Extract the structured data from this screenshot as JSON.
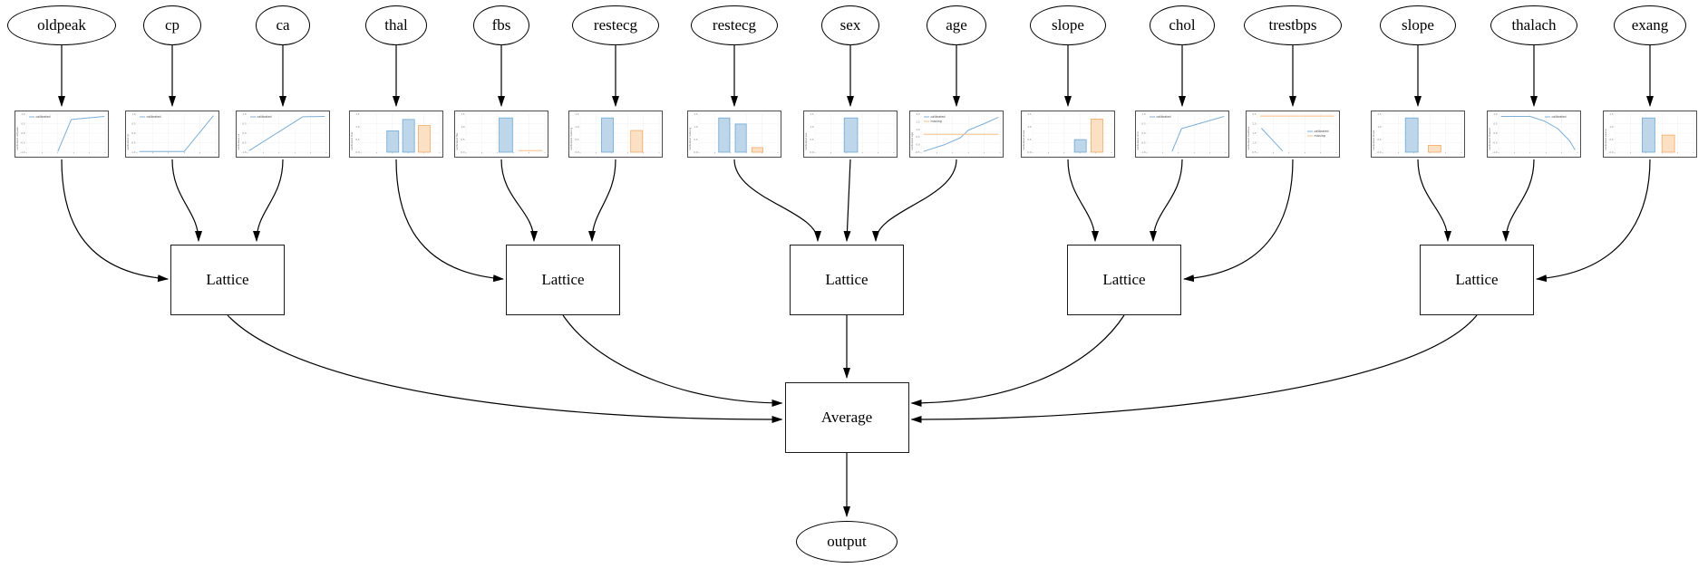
{
  "diagram": {
    "features": [
      {
        "label": "oldpeak"
      },
      {
        "label": "cp"
      },
      {
        "label": "ca"
      },
      {
        "label": "thal"
      },
      {
        "label": "fbs"
      },
      {
        "label": "restecg"
      },
      {
        "label": "restecg"
      },
      {
        "label": "sex"
      },
      {
        "label": "age"
      },
      {
        "label": "slope"
      },
      {
        "label": "chol"
      },
      {
        "label": "trestbps"
      },
      {
        "label": "slope"
      },
      {
        "label": "thalach"
      },
      {
        "label": "exang"
      }
    ],
    "lattice_nodes": [
      {
        "label": "Lattice"
      },
      {
        "label": "Lattice"
      },
      {
        "label": "Lattice"
      },
      {
        "label": "Lattice"
      },
      {
        "label": "Lattice"
      }
    ],
    "average_node": {
      "label": "Average"
    },
    "output_node": {
      "label": "output"
    }
  },
  "chart_data": [
    {
      "feature": "oldpeak",
      "type": "line",
      "ylabel": "calibrated oldpeak",
      "legend": [
        {
          "name": "calibrated",
          "color": "blue"
        }
      ],
      "legend_pos": "tl",
      "yticks": [
        "1.0",
        "0.5",
        "0.0",
        "-0.5",
        "-1.0"
      ],
      "series": [
        {
          "name": "calibrated",
          "color": "blue",
          "points": [
            [
              0.4,
              0.02
            ],
            [
              0.57,
              0.86
            ],
            [
              0.99,
              0.94
            ]
          ]
        }
      ]
    },
    {
      "feature": "cp",
      "type": "line",
      "ylabel": "calibrated cp",
      "legend": [
        {
          "name": "calibrated",
          "color": "blue"
        }
      ],
      "legend_pos": "tl",
      "yticks": [
        "1.0",
        "0.5",
        "0.0",
        "-0.5",
        "-1.0"
      ],
      "series": [
        {
          "name": "calibrated",
          "color": "blue",
          "points": [
            [
              0.03,
              0.02
            ],
            [
              0.6,
              0.02
            ],
            [
              0.97,
              0.96
            ]
          ]
        }
      ]
    },
    {
      "feature": "ca",
      "type": "line",
      "ylabel": "calibrated ca",
      "legend": [
        {
          "name": "calibrated",
          "color": "blue"
        }
      ],
      "legend_pos": "tl",
      "yticks": [
        "1.0",
        "0.5",
        "0.0",
        "-0.5",
        "-1.0"
      ],
      "series": [
        {
          "name": "calibrated",
          "color": "blue",
          "points": [
            [
              0.02,
              0.04
            ],
            [
              0.7,
              0.93
            ],
            [
              0.98,
              0.94
            ]
          ]
        }
      ]
    },
    {
      "feature": "thal",
      "type": "bar",
      "ylabel": "calibrated thal",
      "legend": [],
      "legend_pos": "tl",
      "yticks": [
        "1.5",
        "1.0",
        "0.5",
        "0.0"
      ],
      "bars": [
        {
          "x": 0.33,
          "w": 0.15,
          "h": 0.56,
          "color": "blue"
        },
        {
          "x": 0.53,
          "w": 0.15,
          "h": 0.86,
          "color": "blue"
        },
        {
          "x": 0.73,
          "w": 0.15,
          "h": 0.7,
          "color": "orange"
        }
      ]
    },
    {
      "feature": "fbs",
      "type": "bar",
      "ylabel": "calibrated fbs",
      "legend": [],
      "legend_pos": "tl",
      "yticks": [
        "1.5",
        "1.0",
        "0.5",
        "0.0"
      ],
      "bars": [
        {
          "x": 0.42,
          "w": 0.17,
          "h": 0.9,
          "color": "blue"
        }
      ],
      "series": [
        {
          "name": "missing",
          "color": "orange",
          "points": [
            [
              0.66,
              0.04
            ],
            [
              0.97,
              0.04
            ]
          ]
        }
      ]
    },
    {
      "feature": "restecg",
      "type": "bar",
      "ylabel": "calibrated restecg",
      "legend": [],
      "legend_pos": "tl",
      "yticks": [
        "1.5",
        "1.0",
        "0.5",
        "0.0"
      ],
      "bars": [
        {
          "x": 0.27,
          "w": 0.15,
          "h": 0.9,
          "color": "blue"
        },
        {
          "x": 0.64,
          "w": 0.15,
          "h": 0.57,
          "color": "orange"
        }
      ]
    },
    {
      "feature": "restecg",
      "type": "bar",
      "ylabel": "calibrated restecg",
      "legend": [],
      "legend_pos": "tl",
      "yticks": [
        "1.5",
        "1.0",
        "0.5",
        "0.0"
      ],
      "bars": [
        {
          "x": 0.25,
          "w": 0.14,
          "h": 0.9,
          "color": "blue"
        },
        {
          "x": 0.46,
          "w": 0.14,
          "h": 0.74,
          "color": "blue"
        },
        {
          "x": 0.67,
          "w": 0.14,
          "h": 0.12,
          "color": "orange"
        }
      ]
    },
    {
      "feature": "sex",
      "type": "bar",
      "ylabel": "calibrated sex",
      "legend": [],
      "legend_pos": "tl",
      "yticks": [
        "1.5",
        "1.0",
        "0.5",
        "0.0"
      ],
      "bars": [
        {
          "x": 0.37,
          "w": 0.17,
          "h": 0.9,
          "color": "blue"
        }
      ]
    },
    {
      "feature": "age",
      "type": "line",
      "ylabel": "calibrated age",
      "legend": [
        {
          "name": "calibrated",
          "color": "blue"
        },
        {
          "name": "missing",
          "color": "orange"
        }
      ],
      "legend_pos": "tl",
      "yticks": [
        "2.0",
        "1.5",
        "1.0",
        "0.5",
        "0.0",
        "-0.5"
      ],
      "series": [
        {
          "name": "calibrated",
          "color": "blue",
          "points": [
            [
              0.03,
              0.02
            ],
            [
              0.3,
              0.2
            ],
            [
              0.5,
              0.38
            ],
            [
              0.6,
              0.58
            ],
            [
              0.8,
              0.75
            ],
            [
              0.98,
              0.92
            ]
          ]
        },
        {
          "name": "missing",
          "color": "orange",
          "points": [
            [
              0.03,
              0.47
            ],
            [
              0.98,
              0.47
            ]
          ]
        }
      ]
    },
    {
      "feature": "slope",
      "type": "bar",
      "ylabel": "calibrated slope",
      "legend": [],
      "legend_pos": "tl",
      "yticks": [
        "1.5",
        "1.0",
        "0.5",
        "0.0"
      ],
      "bars": [
        {
          "x": 0.53,
          "w": 0.15,
          "h": 0.33,
          "color": "blue"
        },
        {
          "x": 0.74,
          "w": 0.15,
          "h": 0.87,
          "color": "orange"
        }
      ]
    },
    {
      "feature": "chol",
      "type": "line",
      "ylabel": "calibrated chol",
      "legend": [
        {
          "name": "calibrated",
          "color": "blue"
        }
      ],
      "legend_pos": "tl",
      "yticks": [
        "1.0",
        "0.5",
        "0.0",
        "-0.5",
        "-1.0"
      ],
      "series": [
        {
          "name": "calibrated",
          "color": "blue",
          "points": [
            [
              0.32,
              0.02
            ],
            [
              0.44,
              0.62
            ],
            [
              0.98,
              0.94
            ]
          ]
        }
      ]
    },
    {
      "feature": "trestbps",
      "type": "line",
      "ylabel": "calibrated trestbps",
      "legend": [
        {
          "name": "calibrated",
          "color": "blue"
        },
        {
          "name": "missing",
          "color": "orange"
        }
      ],
      "legend_pos": "rm",
      "yticks": [
        "2.5",
        "2.0",
        "1.5",
        "1.0",
        "0.5"
      ],
      "series": [
        {
          "name": "missing",
          "color": "orange",
          "points": [
            [
              0.03,
              0.95
            ],
            [
              0.97,
              0.95
            ]
          ]
        },
        {
          "name": "calibrated",
          "color": "blue",
          "points": [
            [
              0.05,
              0.63
            ],
            [
              0.32,
              0.03
            ]
          ]
        }
      ]
    },
    {
      "feature": "slope",
      "type": "bar",
      "ylabel": "calibrated slope",
      "legend": [],
      "legend_pos": "tl",
      "yticks": [
        "1.5",
        "1.0",
        "0.5",
        "0.0"
      ],
      "bars": [
        {
          "x": 0.29,
          "w": 0.16,
          "h": 0.9,
          "color": "blue"
        },
        {
          "x": 0.58,
          "w": 0.16,
          "h": 0.18,
          "color": "orange"
        }
      ]
    },
    {
      "feature": "thalach",
      "type": "line",
      "ylabel": "calibrated thalach",
      "legend": [
        {
          "name": "calibrated",
          "color": "blue"
        }
      ],
      "legend_pos": "tr",
      "yticks": [
        "1.0",
        "0.5",
        "0.0",
        "-0.5",
        "-1.0"
      ],
      "series": [
        {
          "name": "calibrated",
          "color": "blue",
          "points": [
            [
              0.03,
              0.94
            ],
            [
              0.4,
              0.94
            ],
            [
              0.58,
              0.82
            ],
            [
              0.75,
              0.62
            ],
            [
              0.9,
              0.3
            ],
            [
              0.97,
              0.06
            ]
          ]
        }
      ]
    },
    {
      "feature": "exang",
      "type": "bar",
      "ylabel": "calibrated exang",
      "legend": [],
      "legend_pos": "tl",
      "yticks": [
        "1.5",
        "1.0",
        "0.5",
        "0.0"
      ],
      "bars": [
        {
          "x": 0.35,
          "w": 0.16,
          "h": 0.9,
          "color": "blue"
        },
        {
          "x": 0.6,
          "w": 0.16,
          "h": 0.45,
          "color": "orange"
        }
      ]
    }
  ],
  "colors": {
    "line_blue": "#7cafd6",
    "line_orange": "#fdbe85",
    "bar_blue_fill": "#bed6ea",
    "bar_blue_edge": "#6fa8d2",
    "bar_orange_fill": "#fce0c4",
    "bar_orange_edge": "#f3aa63",
    "grid": "#ececec",
    "frame": "#4d4d4d",
    "tick_text": "#777777",
    "edge_black": "#000000"
  }
}
